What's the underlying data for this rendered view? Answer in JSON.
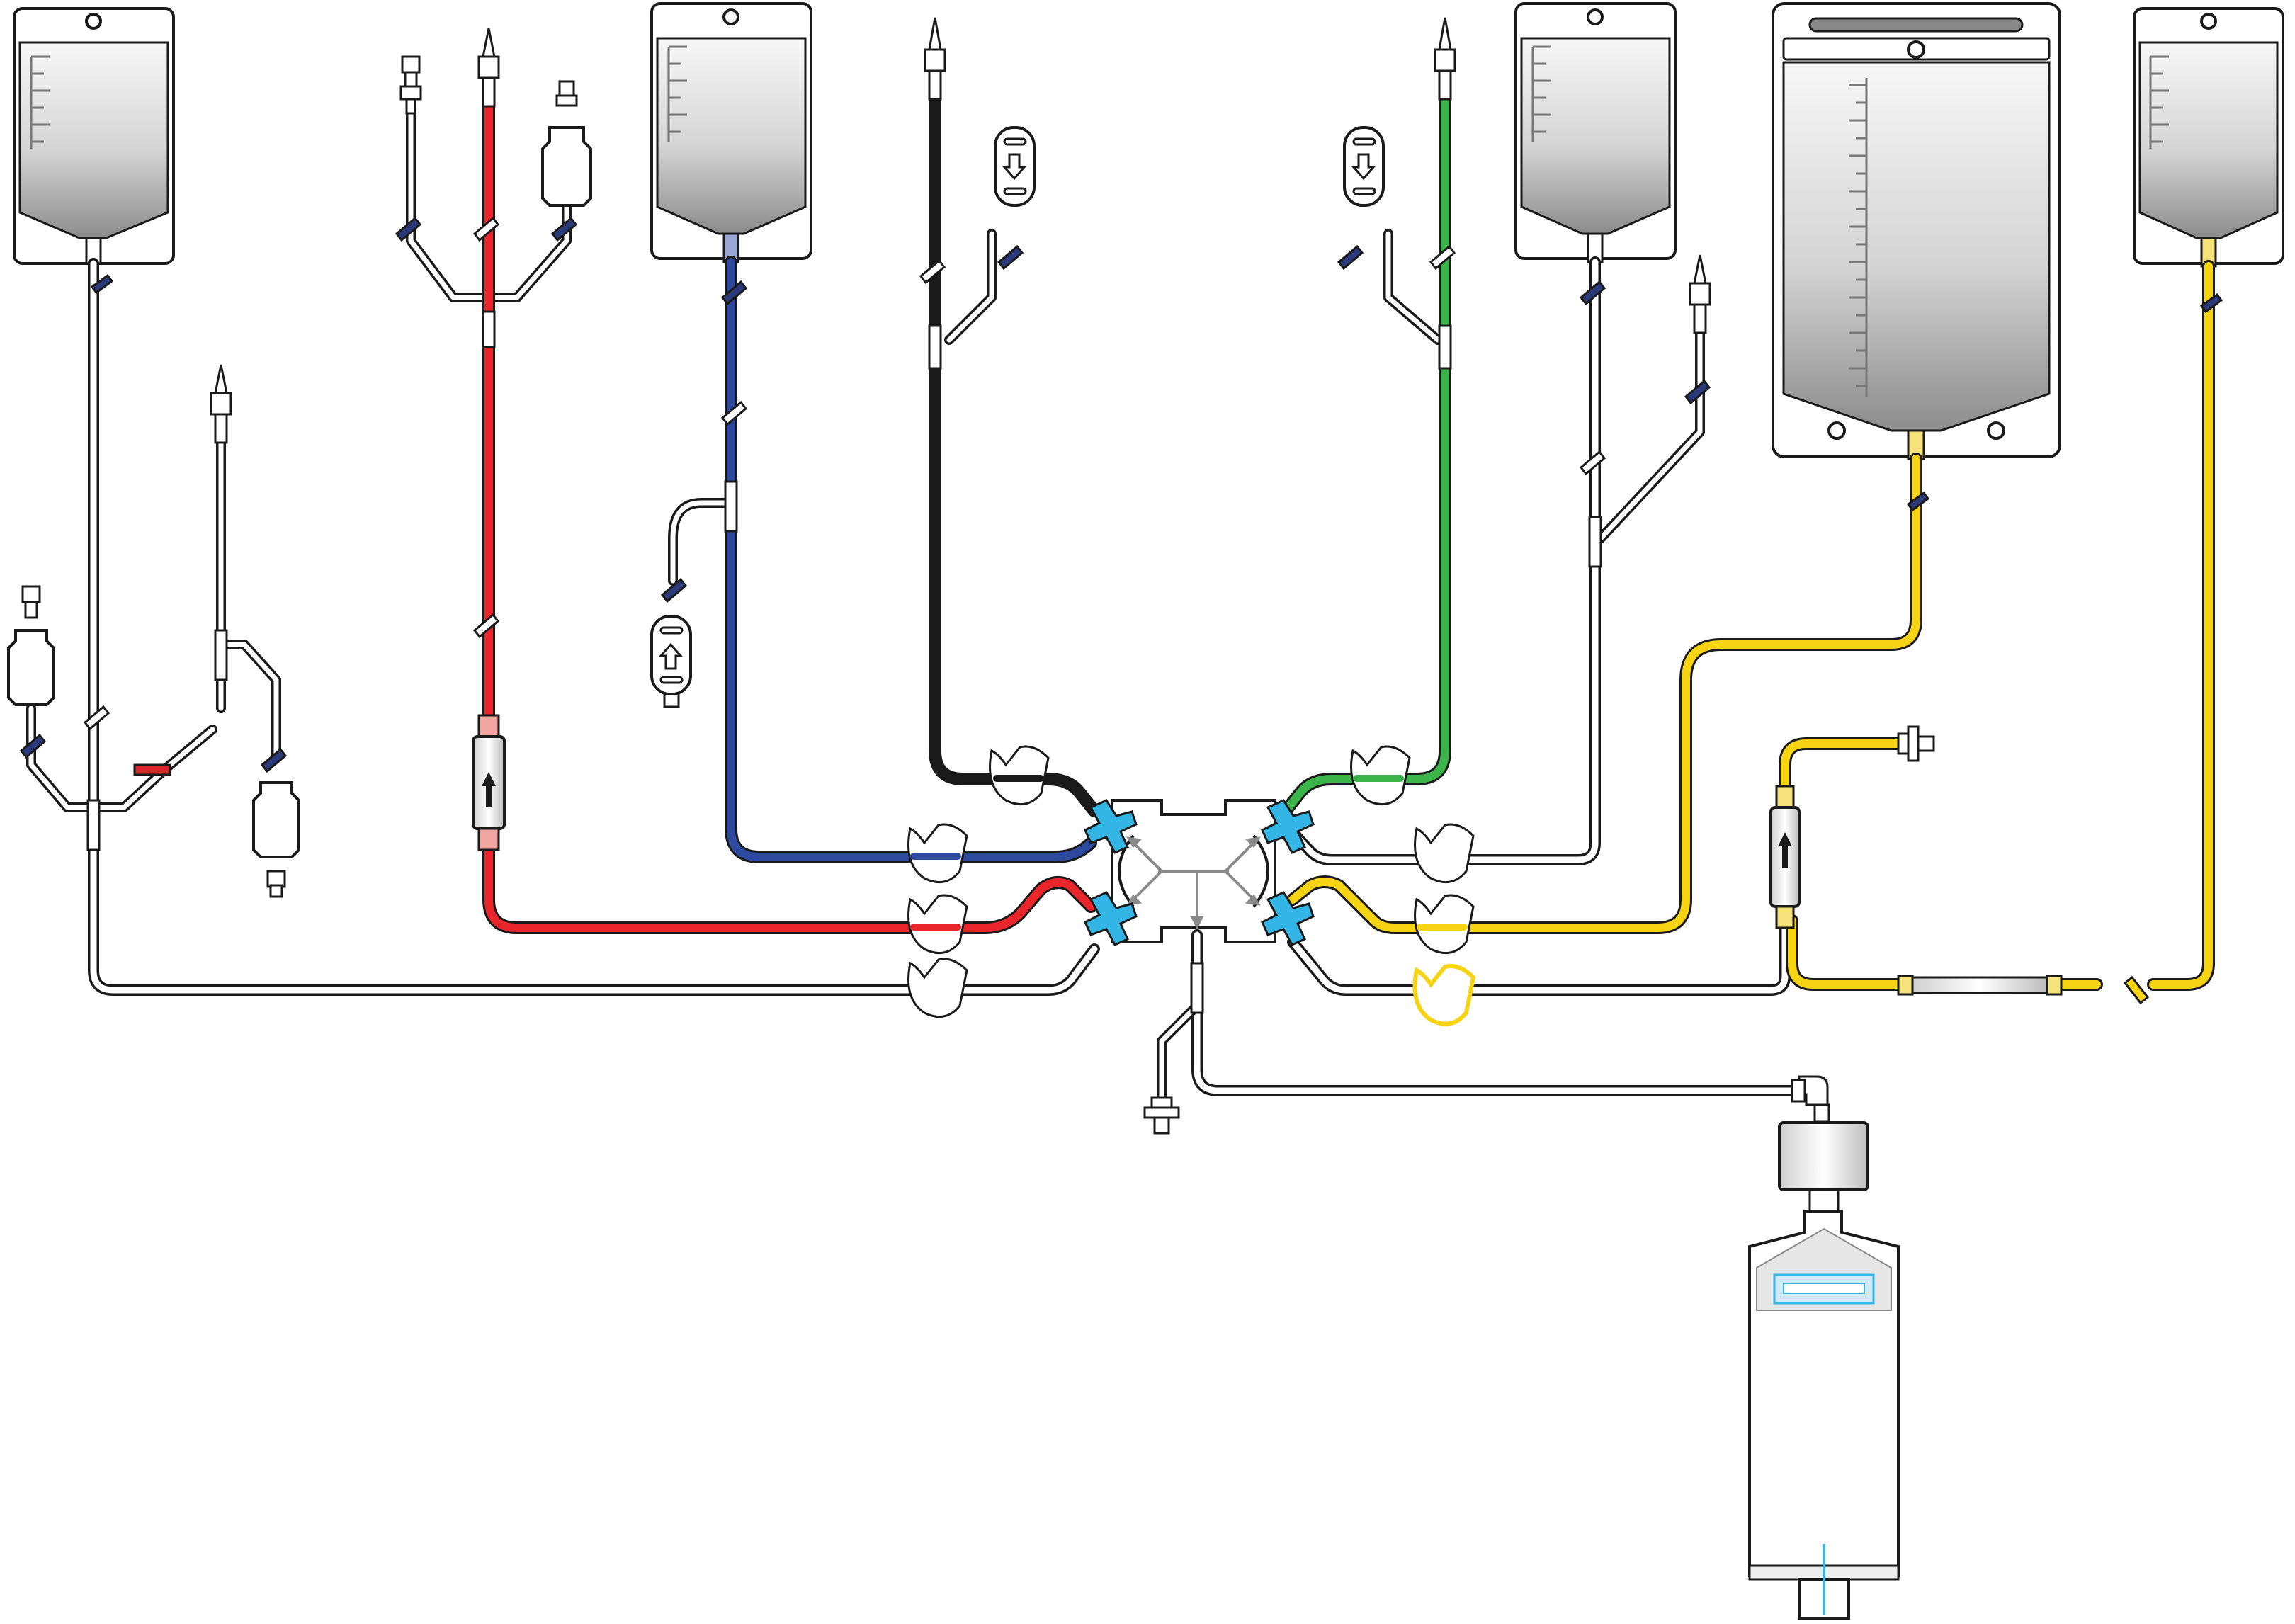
{
  "diagram": {
    "kind": "fluid-tubing-set-schematic",
    "text_labels": [],
    "colors": {
      "outline": "#1a1a1a",
      "clear_tube": "#ffffff",
      "tube_red": "#e8262c",
      "tube_blue": "#2e4a9e",
      "tube_black": "#1a1a1a",
      "tube_green": "#3bb44a",
      "tube_yellow": "#f6d313",
      "connector_cyan": "#33b5e5",
      "clamp_navy": "#2b3a7a",
      "clamp_red": "#d9262c",
      "arrow_gray": "#8a8a8a",
      "bag_fill_top": "#f7f7f7",
      "bag_fill_bottom": "#8c8c8c"
    },
    "components": [
      {
        "name": "fluid-bag-1",
        "icon": "iv-bag-icon"
      },
      {
        "name": "fluid-bag-2",
        "icon": "iv-bag-icon"
      },
      {
        "name": "fluid-bag-3",
        "icon": "iv-bag-icon"
      },
      {
        "name": "fluid-bag-4",
        "icon": "iv-bag-icon"
      },
      {
        "name": "effluent-bag",
        "icon": "drain-bag-icon"
      },
      {
        "name": "cartridge-filter",
        "icon": "filter-cartridge-icon"
      },
      {
        "name": "central-manifold",
        "icon": "manifold-icon"
      }
    ]
  }
}
